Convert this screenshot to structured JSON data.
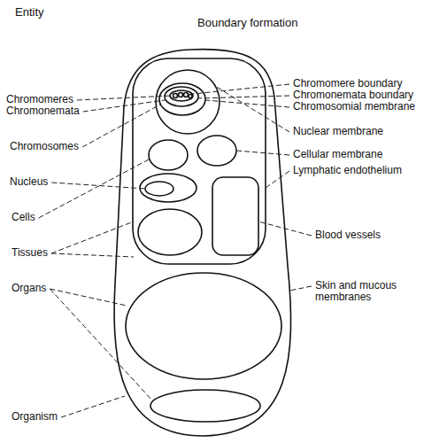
{
  "diagram": {
    "labels": [
      "Entity",
      "Chromomeres",
      "Chromonemata",
      "Chromosomes",
      "Nucleus",
      "Cells",
      "Tissues",
      "Organs",
      "Organism",
      "Boundary formation",
      "Chromomere boundary",
      "Chromonemata boundary",
      "Chromosomial membrane",
      "Nuclear membrane",
      "Cellular membrane",
      "Lymphatic endothelium",
      "Blood vessels",
      "Skin and mucous membranes"
    ]
  }
}
